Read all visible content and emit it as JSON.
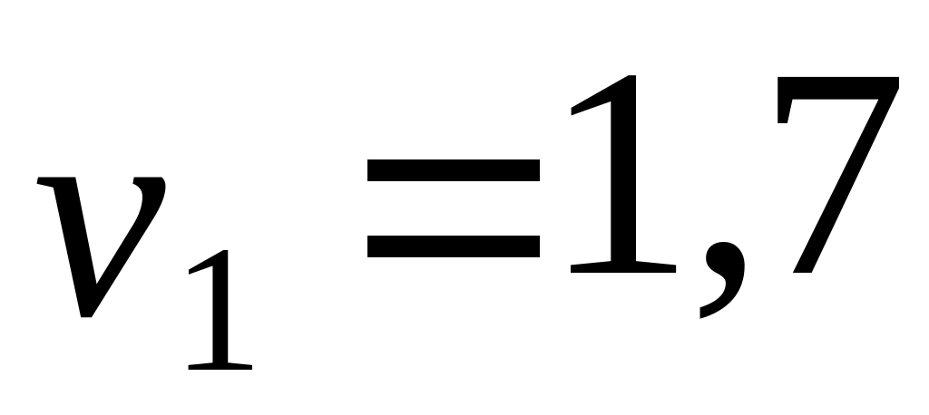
{
  "formula": {
    "variable": "ν",
    "subscript": "1",
    "value": "1,7"
  }
}
